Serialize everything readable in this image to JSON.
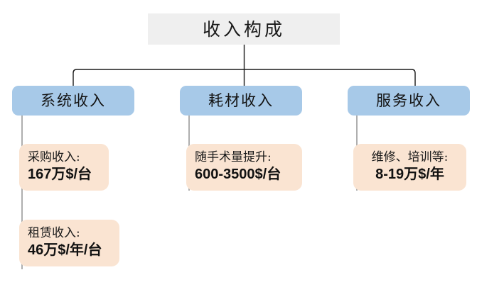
{
  "diagram": {
    "title": "收入构成",
    "colors": {
      "title_box": "#efefef",
      "category_box": "#a7c9e8",
      "detail_box": "#fae4d2",
      "connector_line": "#1a1a1a",
      "stem_line": "#a6a6a6",
      "text": "#1a1a1a"
    },
    "categories": [
      {
        "label": "系统收入"
      },
      {
        "label": "耗材收入"
      },
      {
        "label": "服务收入"
      }
    ],
    "details": [
      {
        "label": "采购收入:",
        "value": "167万$/台",
        "align": "left"
      },
      {
        "label": "租赁收入:",
        "value": "46万$/年/台",
        "align": "left"
      },
      {
        "label": "随手术量提升:",
        "value": "600-3500$/台",
        "align": "left"
      },
      {
        "label": "维修、培训等:",
        "value": "8-19万$/年",
        "align": "center"
      }
    ]
  }
}
